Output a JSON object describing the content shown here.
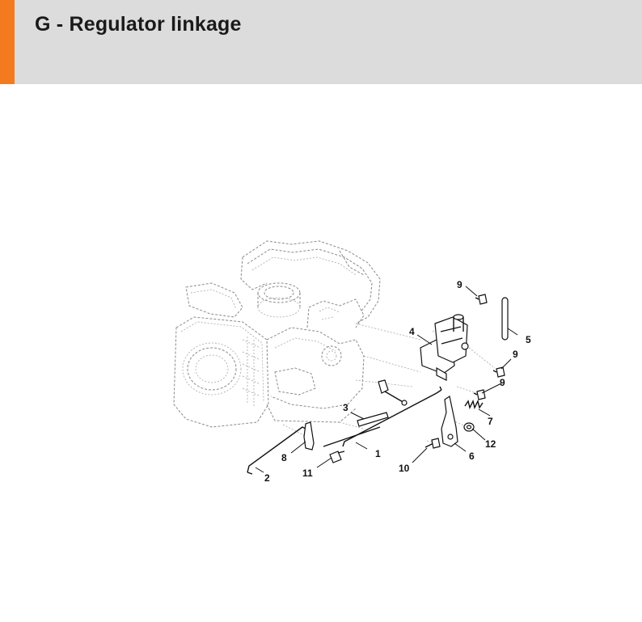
{
  "header": {
    "title": "G - Regulator linkage",
    "accent_color": "#f37a1f",
    "background_color": "#dcdcdc"
  },
  "diagram": {
    "callouts": [
      "1",
      "2",
      "3",
      "4",
      "5",
      "6",
      "7",
      "8",
      "9",
      "9",
      "9",
      "10",
      "11",
      "12"
    ]
  }
}
